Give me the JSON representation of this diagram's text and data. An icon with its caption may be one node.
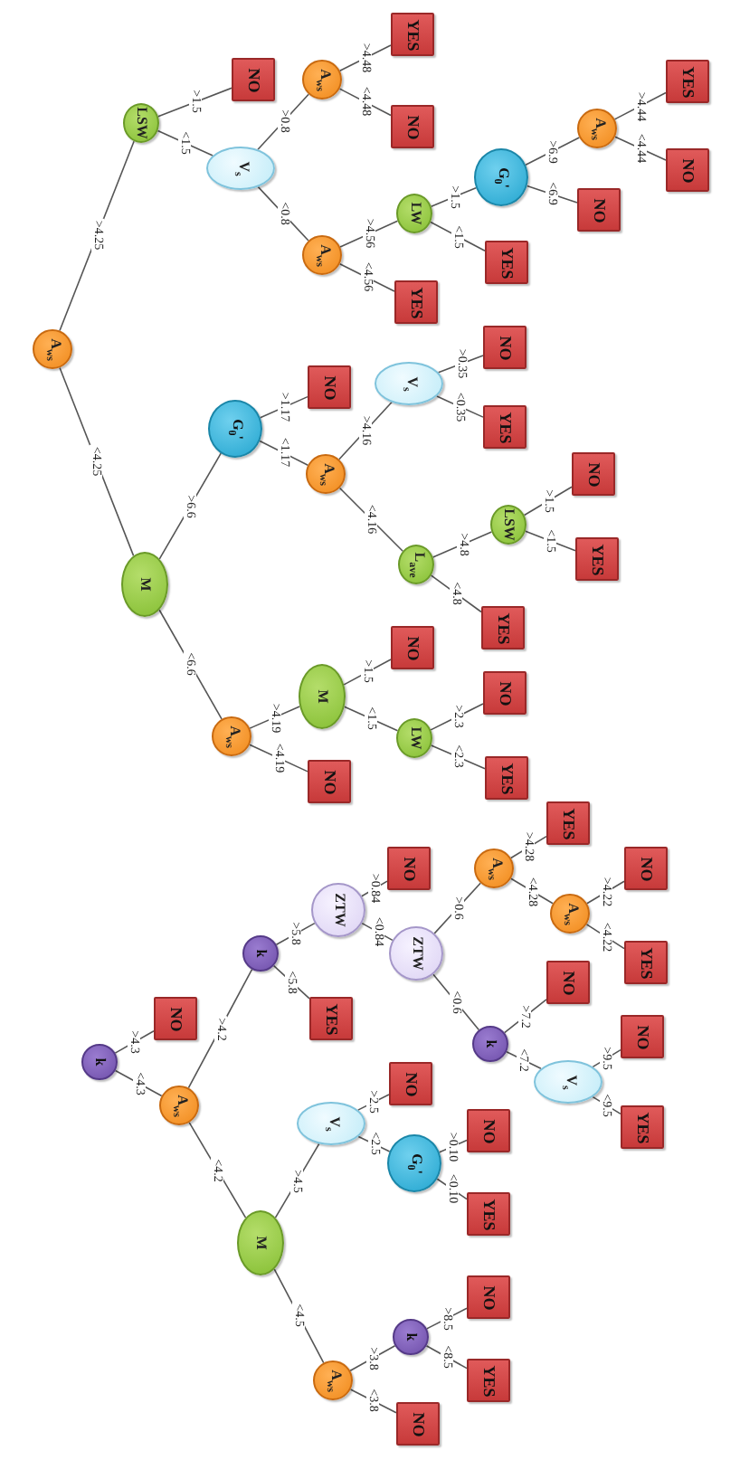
{
  "diagram": {
    "nodes": [
      {
        "text": [
          "A$_{ws}$"
        ]
      },
      {
        "text": [
          "LSW"
        ]
      },
      {
        "text": [
          "NO"
        ]
      },
      {
        "text": [
          "V$_{s}$"
        ]
      },
      {
        "text": [
          "A$_{ws}$"
        ]
      },
      {
        "text": [
          "YES"
        ]
      },
      {
        "text": [
          "NO"
        ]
      },
      {
        "text": [
          "A$_{ws}$"
        ]
      },
      {
        "text": [
          "YES"
        ]
      },
      {
        "text": [
          "LW"
        ]
      },
      {
        "text": [
          "YES"
        ]
      },
      {
        "text": [
          "G$_{0}$'"
        ]
      },
      {
        "text": [
          "NO"
        ]
      },
      {
        "text": [
          "A$_{ws}$"
        ]
      },
      {
        "text": [
          "YES"
        ]
      },
      {
        "text": [
          "NO"
        ]
      },
      {
        "text": [
          "M"
        ]
      },
      {
        "text": [
          "G$_{0}$'"
        ]
      },
      {
        "text": [
          "NO"
        ]
      },
      {
        "text": [
          "A$_{ws}$"
        ]
      },
      {
        "text": [
          "V$_{s}$"
        ]
      },
      {
        "text": [
          "NO"
        ]
      },
      {
        "text": [
          "YES"
        ]
      },
      {
        "text": [
          "L$_{ave}$"
        ]
      },
      {
        "text": [
          "LSW"
        ]
      },
      {
        "text": [
          "NO"
        ]
      },
      {
        "text": [
          "YES"
        ]
      },
      {
        "text": [
          "YES"
        ]
      },
      {
        "text": [
          "A$_{ws}$"
        ]
      },
      {
        "text": [
          "NO"
        ]
      },
      {
        "text": [
          "M"
        ]
      },
      {
        "text": [
          "NO"
        ]
      },
      {
        "text": [
          "LW"
        ]
      },
      {
        "text": [
          "NO"
        ]
      },
      {
        "text": [
          "YES"
        ]
      },
      {
        "text": [
          "k"
        ]
      },
      {
        "text": [
          "NO"
        ]
      },
      {
        "text": [
          "A$_{ws}$"
        ]
      },
      {
        "text": [
          "k"
        ]
      },
      {
        "text": [
          "ZTW"
        ]
      },
      {
        "text": [
          "NO"
        ]
      },
      {
        "text": [
          "YES"
        ]
      },
      {
        "text": [
          "ZTW"
        ]
      },
      {
        "text": [
          "A$_{ws}$"
        ]
      },
      {
        "text": [
          "YES"
        ]
      },
      {
        "text": [
          "A$_{ws}$"
        ]
      },
      {
        "text": [
          "NO"
        ]
      },
      {
        "text": [
          "YES"
        ]
      },
      {
        "text": [
          "k"
        ]
      },
      {
        "text": [
          "NO"
        ]
      },
      {
        "text": [
          "V$_{s}$"
        ]
      },
      {
        "text": [
          "NO"
        ]
      },
      {
        "text": [
          "YES"
        ]
      },
      {
        "text": [
          "M"
        ]
      },
      {
        "text": [
          "V$_{s}$"
        ]
      },
      {
        "text": [
          "NO"
        ]
      },
      {
        "text": [
          "G$_{0}$'"
        ]
      },
      {
        "text": [
          "NO"
        ]
      },
      {
        "text": [
          "YES"
        ]
      },
      {
        "text": [
          "A$_{ws}$"
        ]
      },
      {
        "text": [
          "k"
        ]
      },
      {
        "text": [
          "NO"
        ]
      },
      {
        "text": [
          "YES"
        ]
      },
      {
        "text": [
          "NO"
        ]
      }
    ],
    "edges": [
      {
        "from": 0,
        "to": 1,
        "arrow": "none",
        "label": ">4.25"
      },
      {
        "from": 0,
        "to": 16,
        "arrow": "none",
        "label": "<4.25"
      },
      {
        "from": 1,
        "to": 2,
        "arrow": "none",
        "label": ">1.5"
      },
      {
        "from": 1,
        "to": 3,
        "arrow": "none",
        "label": "<1.5"
      },
      {
        "from": 3,
        "to": 4,
        "arrow": "none",
        "label": ">0.8"
      },
      {
        "from": 3,
        "to": 7,
        "arrow": "none",
        "label": "<0.8"
      },
      {
        "from": 4,
        "to": 5,
        "arrow": "none",
        "label": ">4.48"
      },
      {
        "from": 4,
        "to": 6,
        "arrow": "none",
        "label": "<4.48"
      },
      {
        "from": 7,
        "to": 9,
        "arrow": "none",
        "label": ">4.56"
      },
      {
        "from": 7,
        "to": 8,
        "arrow": "none",
        "label": "<4.56"
      },
      {
        "from": 9,
        "to": 11,
        "arrow": "none",
        "label": ">1.5"
      },
      {
        "from": 9,
        "to": 10,
        "arrow": "none",
        "label": "<1.5"
      },
      {
        "from": 11,
        "to": 13,
        "arrow": "none",
        "label": ">6.9"
      },
      {
        "from": 11,
        "to": 12,
        "arrow": "none",
        "label": "<6.9"
      },
      {
        "from": 13,
        "to": 14,
        "arrow": "none",
        "label": ">4.44"
      },
      {
        "from": 13,
        "to": 15,
        "arrow": "none",
        "label": "<4.44"
      },
      {
        "from": 16,
        "to": 17,
        "arrow": "none",
        "label": ">6.6"
      },
      {
        "from": 16,
        "to": 28,
        "arrow": "none",
        "label": "<6.6"
      },
      {
        "from": 17,
        "to": 18,
        "arrow": "none",
        "label": ">1.17"
      },
      {
        "from": 17,
        "to": 19,
        "arrow": "none",
        "label": "<1.17"
      },
      {
        "from": 19,
        "to": 20,
        "arrow": "none",
        "label": ">4.16"
      },
      {
        "from": 19,
        "to": 23,
        "arrow": "none",
        "label": "<4.16"
      },
      {
        "from": 20,
        "to": 21,
        "arrow": "none",
        "label": ">0.35"
      },
      {
        "from": 20,
        "to": 22,
        "arrow": "none",
        "label": "<0.35"
      },
      {
        "from": 23,
        "to": 24,
        "arrow": "none",
        "label": ">4.8"
      },
      {
        "from": 23,
        "to": 27,
        "arrow": "none",
        "label": "<4.8"
      },
      {
        "from": 24,
        "to": 25,
        "arrow": "none",
        "label": ">1.5"
      },
      {
        "from": 24,
        "to": 26,
        "arrow": "none",
        "label": "<1.5"
      },
      {
        "from": 28,
        "to": 30,
        "arrow": "none",
        "label": ">4.19"
      },
      {
        "from": 28,
        "to": 29,
        "arrow": "none",
        "label": "<4.19"
      },
      {
        "from": 30,
        "to": 31,
        "arrow": "none",
        "label": ">1.5"
      },
      {
        "from": 30,
        "to": 32,
        "arrow": "none",
        "label": "<1.5"
      },
      {
        "from": 32,
        "to": 33,
        "arrow": "none",
        "label": ">2.3"
      },
      {
        "from": 32,
        "to": 34,
        "arrow": "none",
        "label": "<2.3"
      },
      {
        "from": 35,
        "to": 36,
        "arrow": "none",
        "label": ">4.3"
      },
      {
        "from": 35,
        "to": 37,
        "arrow": "none",
        "label": "<4.3"
      },
      {
        "from": 37,
        "to": 38,
        "arrow": "none",
        "label": ">4.2"
      },
      {
        "from": 37,
        "to": 53,
        "arrow": "none",
        "label": "<4.2"
      },
      {
        "from": 38,
        "to": 39,
        "arrow": "none",
        "label": ">5.8"
      },
      {
        "from": 38,
        "to": 41,
        "arrow": "none",
        "label": "<5.8"
      },
      {
        "from": 39,
        "to": 40,
        "arrow": "none",
        "label": ">0.84"
      },
      {
        "from": 39,
        "to": 42,
        "arrow": "none",
        "label": "<0.84"
      },
      {
        "from": 42,
        "to": 43,
        "arrow": "none",
        "label": ">0.6"
      },
      {
        "from": 42,
        "to": 48,
        "arrow": "none",
        "label": "<0.6"
      },
      {
        "from": 43,
        "to": 44,
        "arrow": "none",
        "label": ">4.28"
      },
      {
        "from": 43,
        "to": 45,
        "arrow": "none",
        "label": "<4.28"
      },
      {
        "from": 45,
        "to": 46,
        "arrow": "none",
        "label": ">4.22"
      },
      {
        "from": 45,
        "to": 47,
        "arrow": "none",
        "label": "<4.22"
      },
      {
        "from": 48,
        "to": 49,
        "arrow": "none",
        "label": ">7.2"
      },
      {
        "from": 48,
        "to": 50,
        "arrow": "none",
        "label": "<7.2"
      },
      {
        "from": 50,
        "to": 51,
        "arrow": "none",
        "label": ">9.5"
      },
      {
        "from": 50,
        "to": 52,
        "arrow": "none",
        "label": "<9.5"
      },
      {
        "from": 53,
        "to": 54,
        "arrow": "none",
        "label": ">4.5"
      },
      {
        "from": 53,
        "to": 59,
        "arrow": "none",
        "label": "<4.5"
      },
      {
        "from": 54,
        "to": 55,
        "arrow": "none",
        "label": ">2.5"
      },
      {
        "from": 54,
        "to": 56,
        "arrow": "none",
        "label": "<2.5"
      },
      {
        "from": 56,
        "to": 57,
        "arrow": "none",
        "label": ">0.10"
      },
      {
        "from": 56,
        "to": 58,
        "arrow": "none",
        "label": "<0.10"
      },
      {
        "from": 59,
        "to": 60,
        "arrow": "none",
        "label": ">3.8"
      },
      {
        "from": 59,
        "to": 63,
        "arrow": "none",
        "label": "<3.8"
      },
      {
        "from": 60,
        "to": 61,
        "arrow": "none",
        "label": ">8.5"
      },
      {
        "from": 60,
        "to": 62,
        "arrow": "none",
        "label": "<8.5"
      }
    ]
  }
}
